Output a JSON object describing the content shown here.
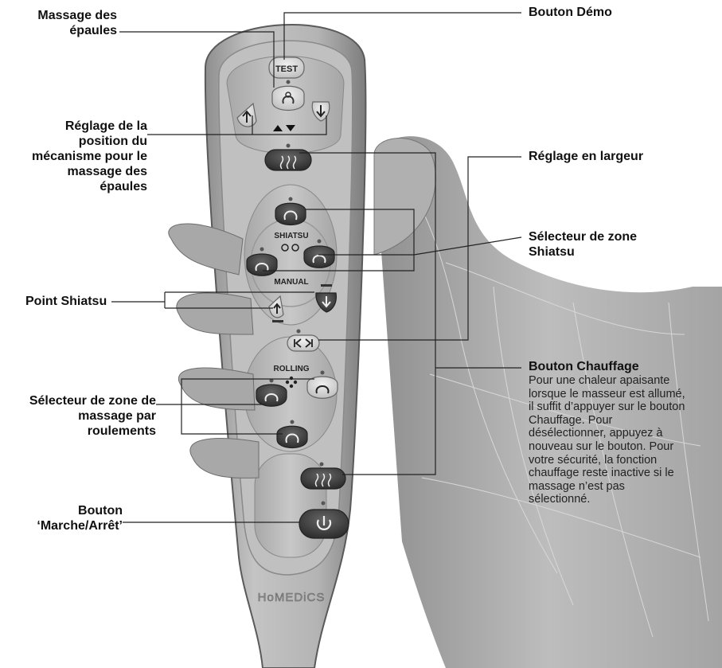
{
  "callouts": {
    "shoulder_massage": "Massage des\népaules",
    "demo_button": "Bouton Démo",
    "position_adjust": "Réglage de la\nposition du\nmécanisme pour le\nmassage des\népaules",
    "width_adjust": "Réglage en largeur",
    "shiatsu_zone": "Sélecteur de zone\nShiatsu",
    "shiatsu_point": "Point Shiatsu",
    "heat_button": "Bouton Chauffage",
    "heat_desc": "Pour une chaleur apaisante\nlorsque le masseur est allumé,\nil suffit d’appuyer sur le bouton\nChauffage. Pour\ndésélectionner, appuyez à\nnouveau sur le bouton. Pour\nvotre sécurité, la fonction\nchauffage reste inactive si le\nmassage n’est pas\nsélectionné.",
    "rolling_zone": "Sélecteur de zone de\nmassage par\nroulements",
    "power_button": "Bouton\n‘Marche/Arrêt’"
  },
  "remote": {
    "test_label": "TEST",
    "shiatsu_label": "SHIATSU",
    "manual_label": "MANUAL",
    "rolling_label": "ROLLING",
    "brand": "HoMEDiCS"
  },
  "colors": {
    "remote_body": "#a9a9a9",
    "remote_face": "#bdbdbd",
    "button_dark": "#3a3a3a",
    "hand": "#b5b5b5"
  }
}
